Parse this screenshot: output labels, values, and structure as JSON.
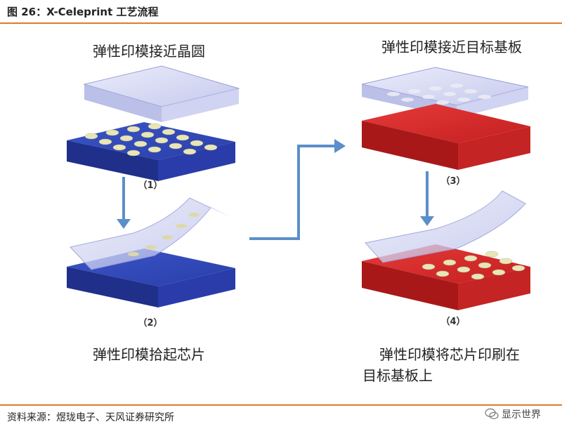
{
  "figure": {
    "title": "图 26：X-Celeprint 工艺流程"
  },
  "steps": [
    {
      "label": "弹性印模接近晶圆",
      "number": "（1）"
    },
    {
      "label": "弹性印模拾起芯片",
      "number": "（2）"
    },
    {
      "label": "弹性印模接近目标基板",
      "number": "（3）"
    },
    {
      "label_line1": "弹性印模将芯片印刷在",
      "label_line2": "目标基板上",
      "number": "（4）"
    }
  ],
  "footer": {
    "source": "资料来源：煜珑电子、天风证券研究所",
    "brand": "显示世界"
  },
  "colors": {
    "accent_rule": "#e07a2c",
    "wafer": "#2f47b5",
    "target": "#d42a2a",
    "stamp": "#c9cdf0",
    "chip": "#e8e6b8",
    "arrow": "#5b8fc9"
  }
}
